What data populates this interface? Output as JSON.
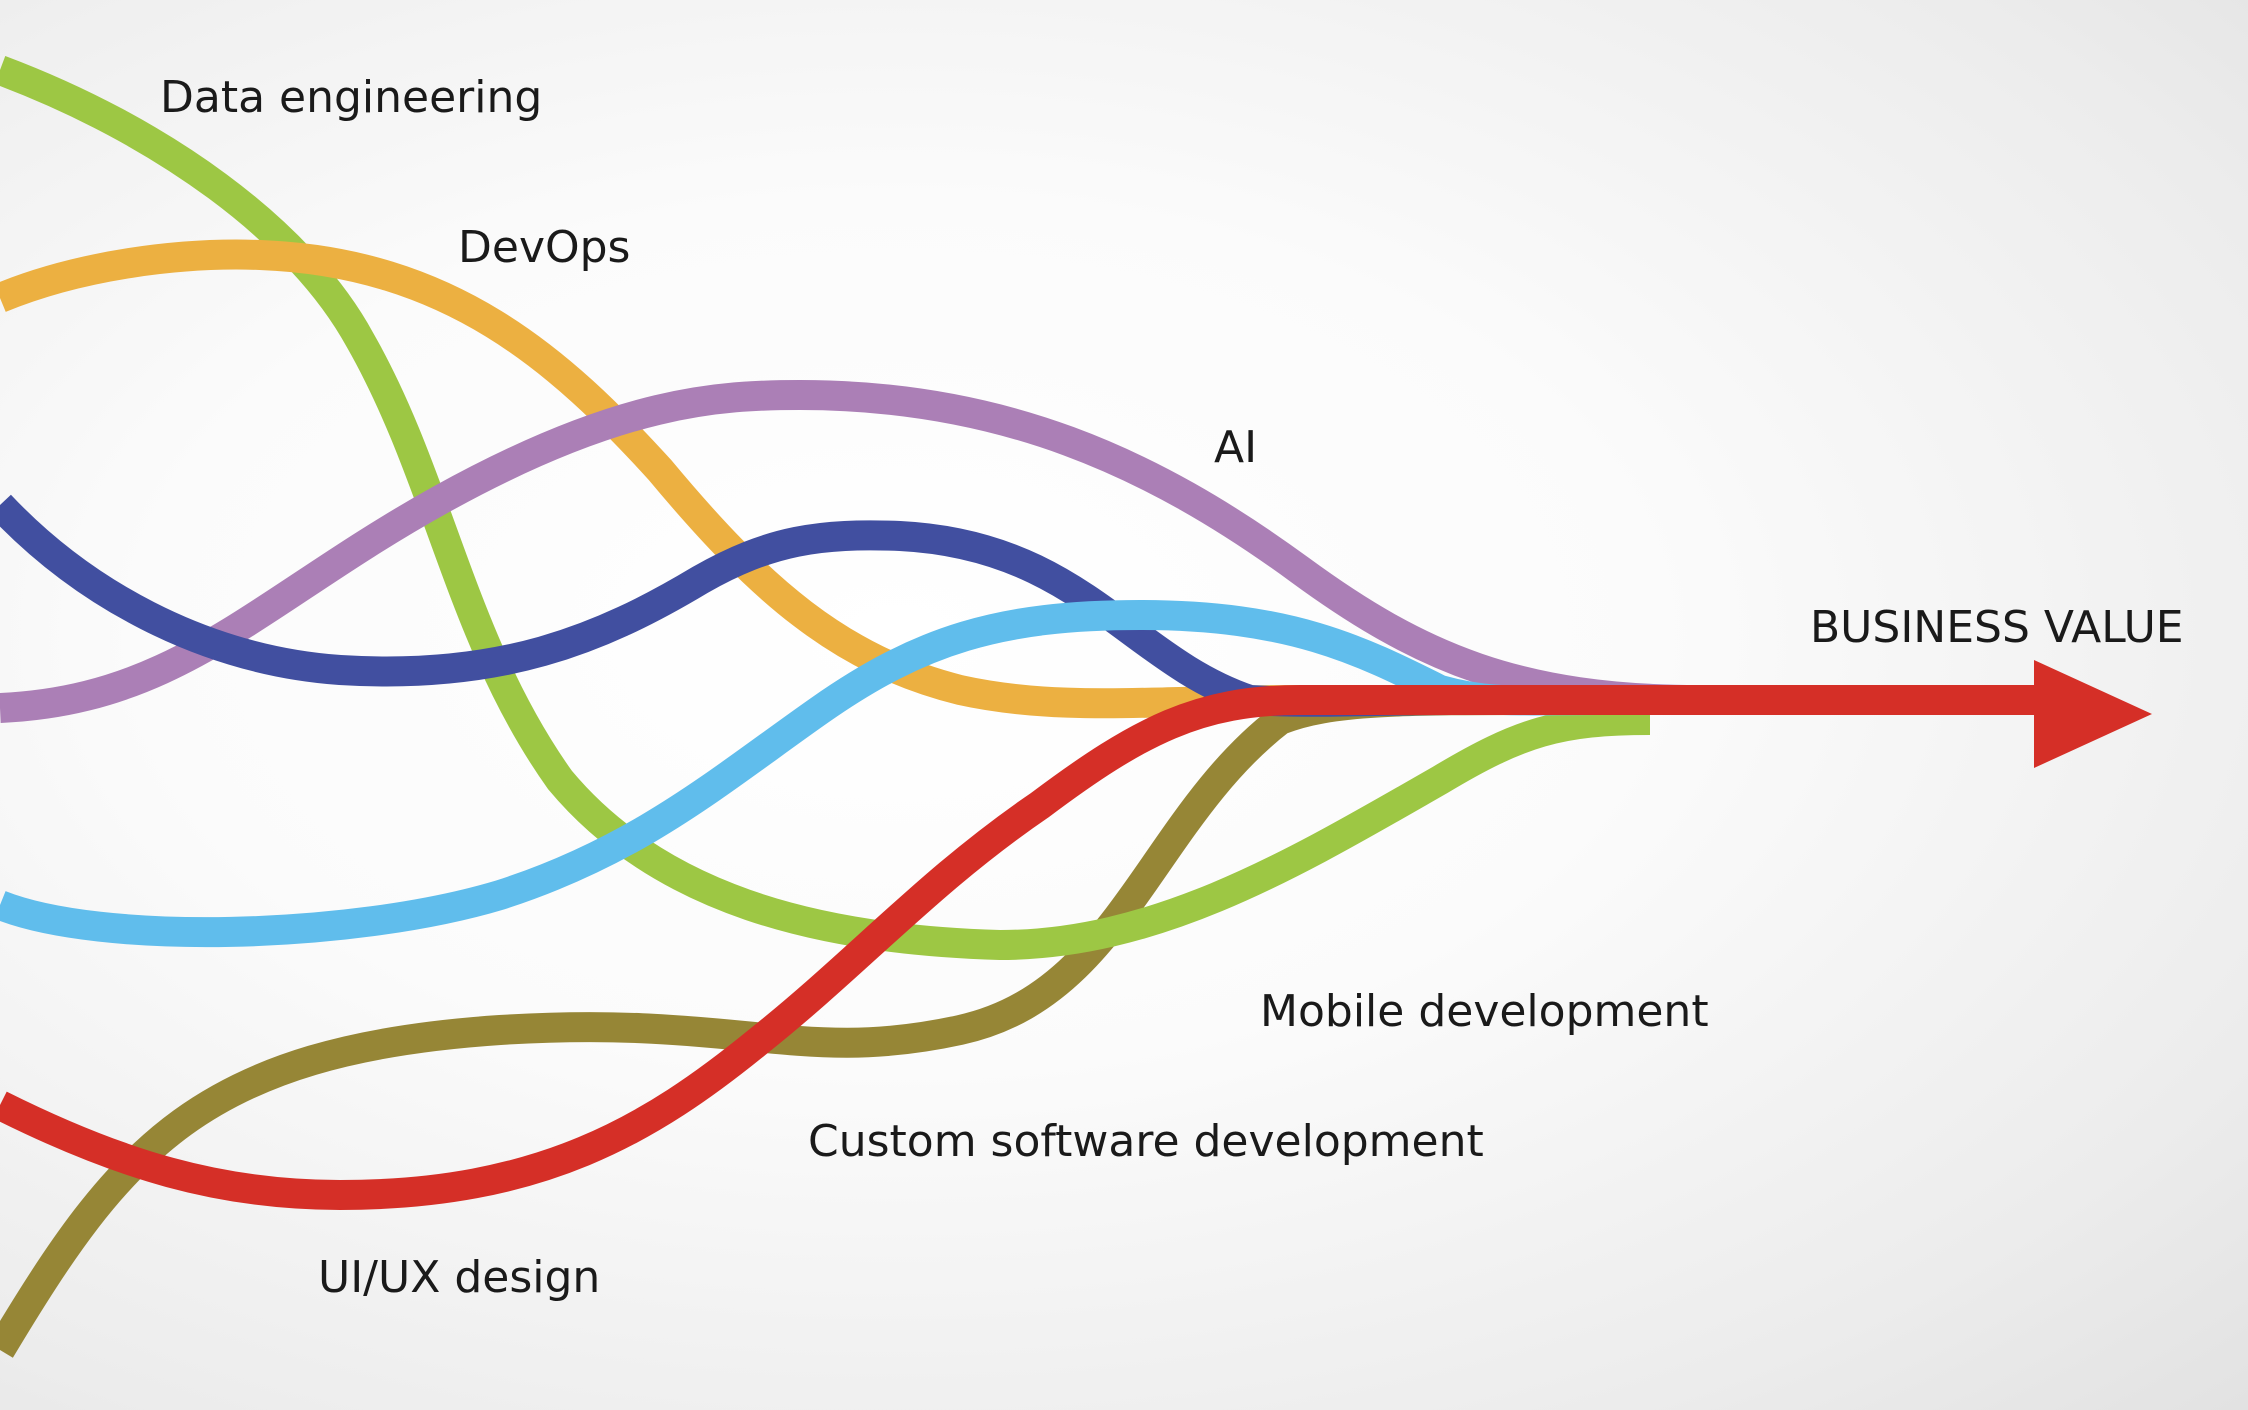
{
  "diagram": {
    "target_label": "BUSINESS VALUE",
    "streams": [
      {
        "id": "data-engineering",
        "label": "Data engineering",
        "color": "#9dc744"
      },
      {
        "id": "devops",
        "label": "DevOps",
        "color": "#ecb041"
      },
      {
        "id": "ai",
        "label": "AI",
        "color": "#ab7fb6"
      },
      {
        "id": "data-science",
        "label": "",
        "color": "#414fa0"
      },
      {
        "id": "cloud",
        "label": "",
        "color": "#60bdec"
      },
      {
        "id": "mobile-development",
        "label": "Mobile development",
        "color": "#9dc744"
      },
      {
        "id": "custom-software-development",
        "label": "Custom software development",
        "color": "#968636"
      },
      {
        "id": "ui-ux-design",
        "label": "UI/UX design",
        "color": "#d52f27"
      }
    ],
    "arrow_color": "#d52f27"
  }
}
